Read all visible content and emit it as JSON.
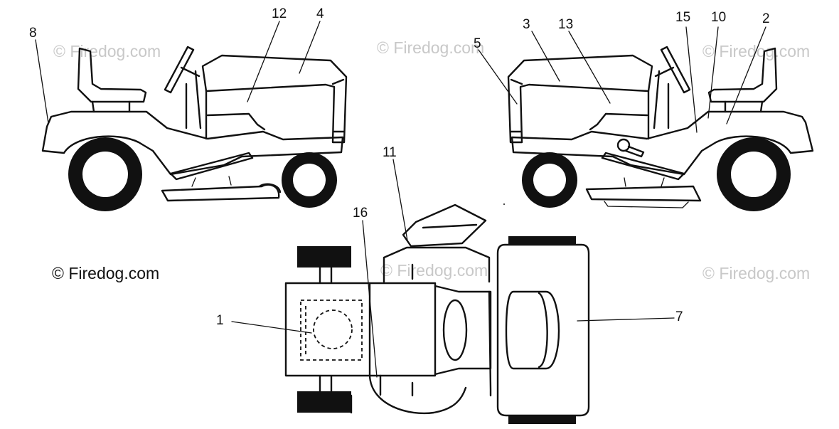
{
  "watermark": "© Firedog.com",
  "callouts": {
    "c1": "1",
    "c2": "2",
    "c3": "3",
    "c4": "4",
    "c5": "5",
    "c7": "7",
    "c8": "8",
    "c10": "10",
    "c11": "11",
    "c12": "12",
    "c13": "13",
    "c15": "15",
    "c16": "16"
  }
}
